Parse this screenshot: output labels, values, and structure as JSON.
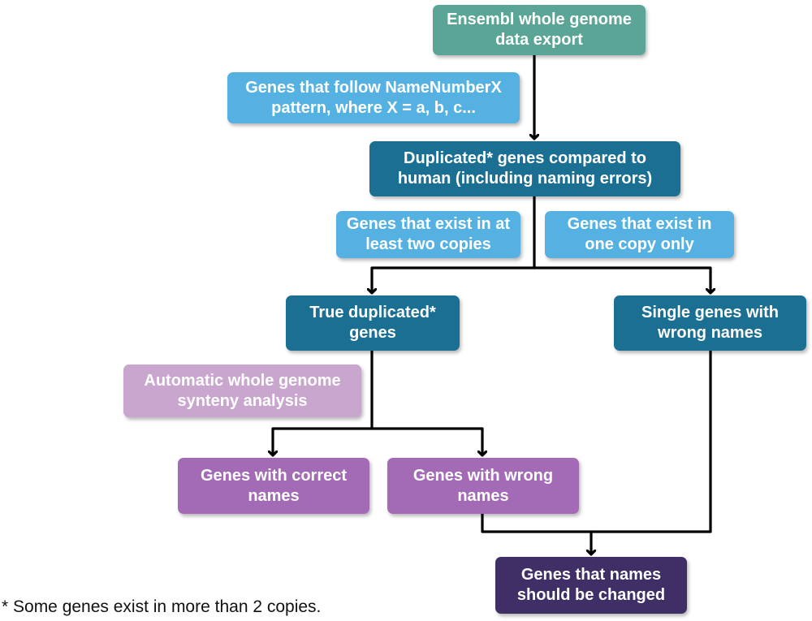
{
  "nodes": {
    "export": "Ensembl whole genome data export",
    "pattern_label": "Genes that follow NameNumberX pattern, where X = a, b, c...",
    "duplicated": "Duplicated* genes compared to human (including naming errors)",
    "two_copies_label": "Genes that exist in at least two copies",
    "one_copy_label": "Genes that exist in one copy only",
    "true_duplicated": "True duplicated* genes",
    "single_wrong": "Single genes with wrong names",
    "synteny_label": "Automatic whole genome synteny analysis",
    "correct_names": "Genes with correct names",
    "wrong_names": "Genes with wrong names",
    "to_change": "Genes that names should be changed"
  },
  "footnote": "* Some genes exist in more than 2 copies.",
  "colors": {
    "teal": "#5aa595",
    "steel_blue": "#1b6f93",
    "light_blue": "#56b1e3",
    "lilac": "#c9a6ce",
    "purple": "#a36bb6",
    "dark_purple": "#3f2f66",
    "edge": "#000000"
  }
}
